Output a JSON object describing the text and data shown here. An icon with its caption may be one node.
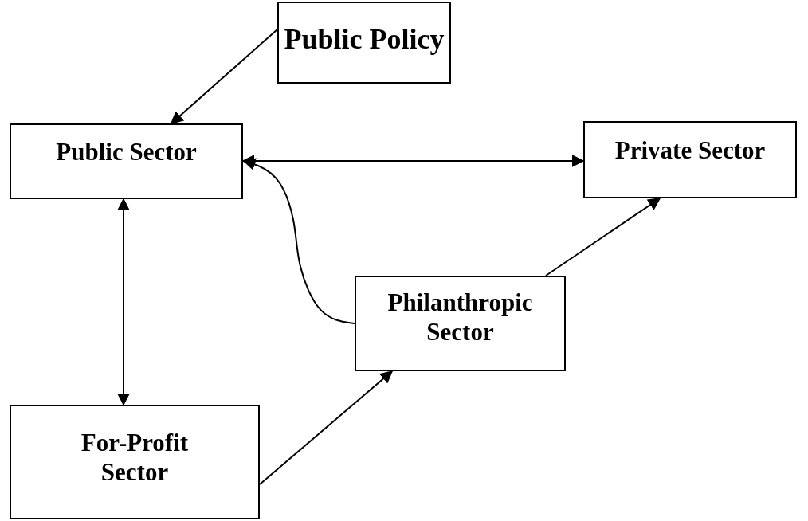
{
  "diagram": {
    "nodes": [
      {
        "text": [
          "Public Policy"
        ]
      },
      {
        "text": [
          "Public Sector"
        ]
      },
      {
        "text": [
          "Private Sector"
        ]
      },
      {
        "text": [
          "Philanthropic Sector"
        ]
      },
      {
        "text": [
          "For-Profit Sector"
        ]
      }
    ],
    "edges": [
      {
        "from": 0,
        "to": 1,
        "arrow": "to"
      },
      {
        "from": 1,
        "to": 2,
        "arrow": "both"
      },
      {
        "from": 3,
        "to": 1,
        "arrow": "to"
      },
      {
        "from": 3,
        "to": 2,
        "arrow": "to"
      },
      {
        "from": 1,
        "to": 4,
        "arrow": "both"
      },
      {
        "from": 4,
        "to": 3,
        "arrow": "to"
      }
    ]
  }
}
